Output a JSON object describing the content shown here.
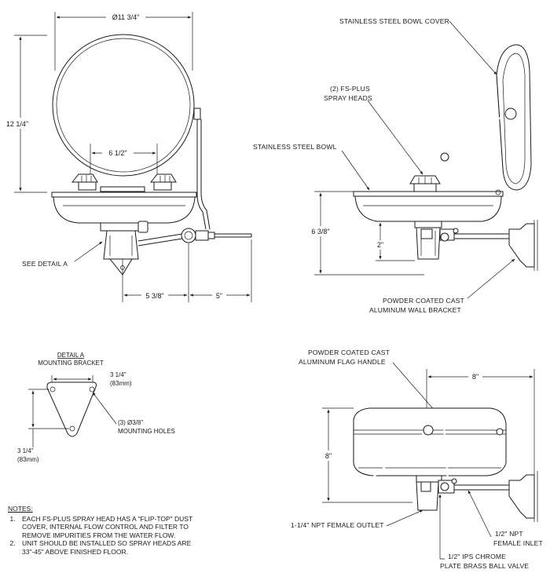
{
  "front_view": {
    "dim_diameter": "Ø11 3/4\"",
    "dim_height": "12 1/4\"",
    "dim_spray_spacing": "6 1/2\"",
    "dim_bottom_left": "5 3/8\"",
    "dim_bottom_right": "5\"",
    "label_detail": "SEE DETAIL A"
  },
  "side_view": {
    "label_cover": "STAINLESS STEEL BOWL COVER",
    "label_spray_1": "(2) FS-PLUS",
    "label_spray_2": "SPRAY HEADS",
    "label_bowl": "STAINLESS STEEL BOWL",
    "dim_height": "6 3/8\"",
    "dim_small": "2\"",
    "label_bracket_1": "POWDER COATED CAST",
    "label_bracket_2": "ALUMINUM WALL BRACKET"
  },
  "detail_a": {
    "title": "DETAIL A",
    "subtitle": "MOUNTING BRACKET",
    "dim_top_1": "3 1/4\"",
    "dim_top_2": "(83mm)",
    "label_holes_1": "(3) Ø3/8\"",
    "label_holes_2": "MOUNTING HOLES",
    "dim_left_1": "3 1/4\"",
    "dim_left_2": "(83mm)"
  },
  "closed_view": {
    "label_handle_1": "POWDER COATED CAST",
    "label_handle_2": "ALUMINUM FLAG HANDLE",
    "dim_width": "8\"",
    "dim_height": "8\"",
    "label_outlet": "1-1/4\" NPT FEMALE OUTLET",
    "label_inlet_1": "1/2\" NPT",
    "label_inlet_2": "FEMALE INLET",
    "label_valve_1": "1/2\" IPS CHROME",
    "label_valve_2": "PLATE BRASS BALL VALVE"
  },
  "notes": {
    "title": "NOTES:",
    "items": [
      "EACH FS-PLUS SPRAY HEAD HAS A \"FLIP-TOP\" DUST COVER, INTERNAL FLOW CONTROL AND FILTER TO REMOVE IMPURITIES FROM THE WATER FLOW.",
      "UNIT SHOULD BE INSTALLED SO SPRAY HEADS ARE 33\"-45\" ABOVE FINISHED FLOOR."
    ]
  }
}
